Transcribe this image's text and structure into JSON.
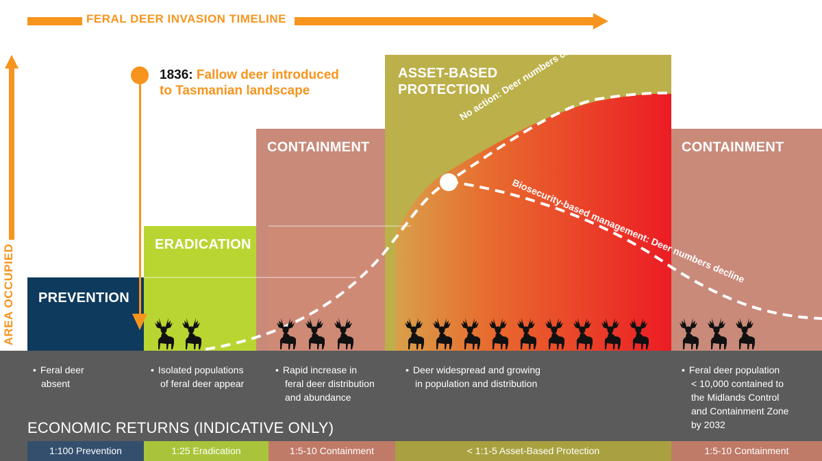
{
  "timeline_title": "FERAL DEER INVASION TIMELINE",
  "y_axis_label": "AREA OCCUPIED",
  "intro_year": "1836:",
  "intro_text_line1": "Fallow deer introduced",
  "intro_text_line2": "to Tasmanian landscape",
  "stages": [
    {
      "title": "PREVENTION",
      "color": "#0e3a5e"
    },
    {
      "title": "ERADICATION",
      "color": "#b9d532"
    },
    {
      "title": "CONTAINMENT",
      "color": "#c98a7a"
    },
    {
      "title_line1": "ASSET-BASED",
      "title_line2": "PROTECTION",
      "color": "#bcb04a"
    },
    {
      "title": "CONTAINMENT",
      "color": "#c98a7a"
    }
  ],
  "curves": {
    "no_action": "No action: Deer numbers climb",
    "biosecurity": "Biosecurity-based management: Deer numbers decline"
  },
  "descriptions": [
    {
      "line1": "Feral deer",
      "line2": "absent"
    },
    {
      "line1": "Isolated populations",
      "line2": "of feral deer appear"
    },
    {
      "line1": "Rapid increase in",
      "line2": "feral deer distribution",
      "line3": "and abundance"
    },
    {
      "line1": "Deer widespread and growing",
      "line2": "in population and distribution"
    },
    {
      "line1": "Feral deer population",
      "line2": "< 10,000 contained to",
      "line3": "the Midlands Control",
      "line4": "and Containment Zone",
      "line5": "by 2032"
    }
  ],
  "econ_title": "ECONOMIC RETURNS (INDICATIVE ONLY)",
  "econ": [
    {
      "label": "1:100 Prevention",
      "color": "#344f6e"
    },
    {
      "label": "1:25 Eradication",
      "color": "#a9c43a"
    },
    {
      "label": "1:5-10 Containment",
      "color": "#bf7a68"
    },
    {
      "label": "< 1:1-5 Asset-Based Protection",
      "color": "#a9a13f"
    },
    {
      "label": "1:5-10 Containment",
      "color": "#bf7a68"
    }
  ],
  "colors": {
    "accent": "#f7941d",
    "band_dark": "#5b5b5b",
    "curve_hot": "#ec1c24"
  },
  "icon_names": [
    "deer-icon",
    "timeline-arrow-icon",
    "area-arrow-icon",
    "start-dot-icon"
  ]
}
